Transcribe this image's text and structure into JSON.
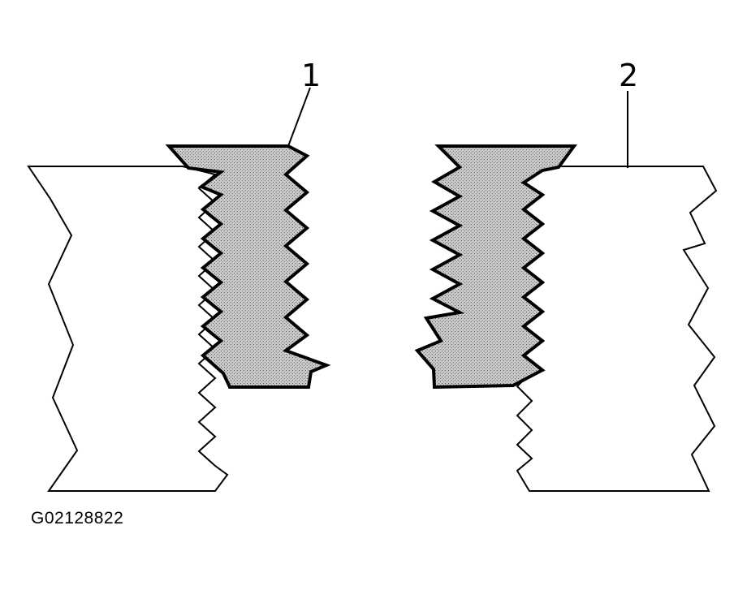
{
  "callouts": [
    {
      "number": "1"
    },
    {
      "number": "2"
    }
  ],
  "figure_id": "G02128822",
  "colors": {
    "line": "#000000",
    "insert_fill": "#c4c4c4",
    "background": "#ffffff"
  }
}
